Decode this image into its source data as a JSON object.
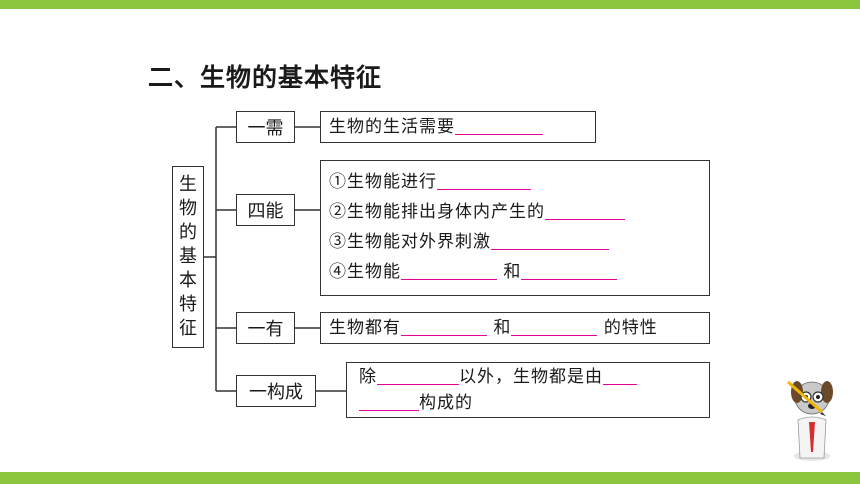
{
  "title": "二、生物的基本特征",
  "root": [
    "生",
    "物",
    "的",
    "基",
    "本",
    "特",
    "征"
  ],
  "branches": [
    {
      "label": "一需",
      "lines": [
        {
          "a": "生物的生活需要"
        }
      ]
    },
    {
      "label": "四能",
      "lines": [
        {
          "a": "①生物能进行"
        },
        {
          "a": "②生物能排出身体内产生的"
        },
        {
          "a": "③生物能对外界刺激"
        },
        {
          "a": "④生物能",
          "b": "和"
        }
      ]
    },
    {
      "label": "一有",
      "lines": [
        {
          "a": "生物都有",
          "b": "和",
          "c": "的特性"
        }
      ]
    },
    {
      "label": "一构成",
      "lines": [
        {
          "a": "除",
          "b": "以外，生物都是由"
        },
        {
          "a": "构成的"
        }
      ]
    }
  ],
  "colors": {
    "accent_bar": "#8cc63f",
    "blank_underline": "#e8009a"
  }
}
